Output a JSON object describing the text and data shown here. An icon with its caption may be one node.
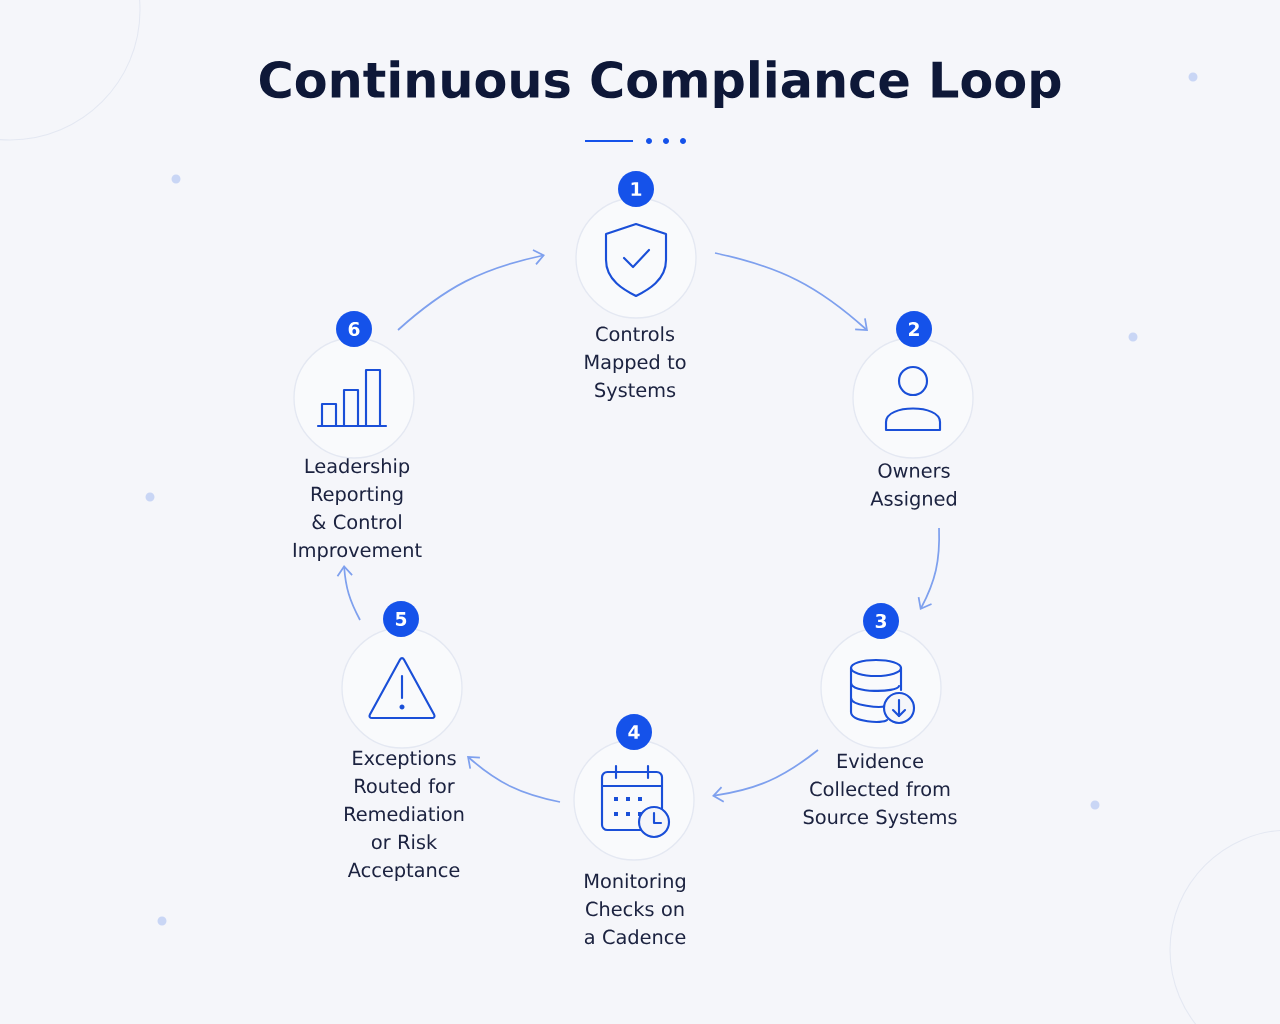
{
  "diagram": {
    "title": "Continuous Compliance Loop",
    "nodes": [
      {
        "text": [
          "1",
          "Controls Mapped to Systems"
        ]
      },
      {
        "text": [
          "2",
          "Owners Assigned"
        ]
      },
      {
        "text": [
          "3",
          "Evidence Collected from Source Systems"
        ]
      },
      {
        "text": [
          "4",
          "Monitoring Checks on a Cadence"
        ]
      },
      {
        "text": [
          "5",
          "Exceptions Routed for Remediation or Risk Acceptance"
        ]
      },
      {
        "text": [
          "6",
          "Leadership Reporting & Control Improvement"
        ]
      }
    ],
    "edges": [
      {
        "from": 0,
        "to": 1,
        "arrow": "to"
      },
      {
        "from": 1,
        "to": 2,
        "arrow": "to"
      },
      {
        "from": 2,
        "to": 3,
        "arrow": "to"
      },
      {
        "from": 3,
        "to": 4,
        "arrow": "to"
      },
      {
        "from": 4,
        "to": 5,
        "arrow": "to"
      },
      {
        "from": 5,
        "to": 0,
        "arrow": "to"
      }
    ]
  }
}
